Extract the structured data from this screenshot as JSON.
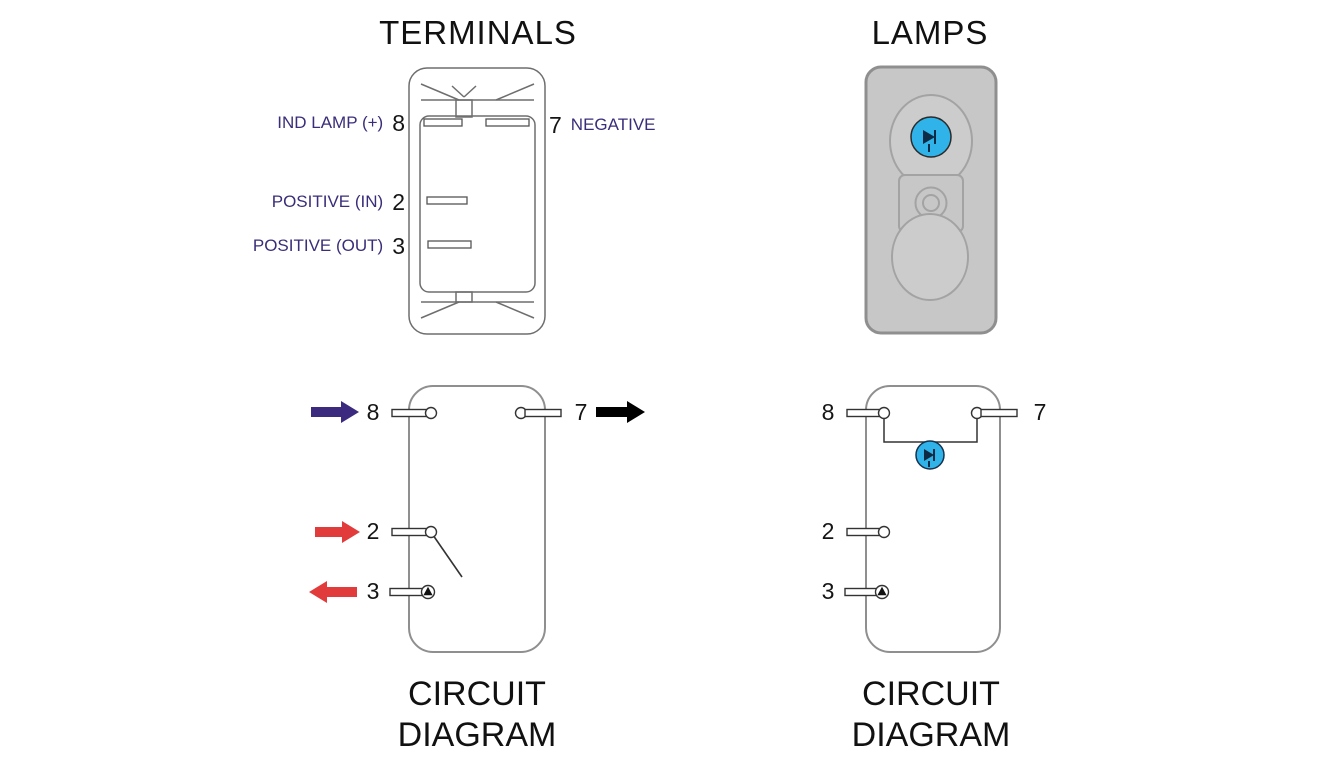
{
  "titles": {
    "terminals": "TERMINALS",
    "lamps": "LAMPS"
  },
  "terminal_labels": {
    "ind_lamp": {
      "label": "IND LAMP (+)",
      "number": "8"
    },
    "negative": {
      "label": "NEGATIVE",
      "number": "7"
    },
    "positive_in": {
      "label": "POSITIVE (IN)",
      "number": "2"
    },
    "positive_out": {
      "label": "POSITIVE (OUT)",
      "number": "3"
    }
  },
  "circuit_left": {
    "t8": "8",
    "t7": "7",
    "t2": "2",
    "t3": "3",
    "caption": {
      "line1": "CIRCUIT",
      "line2": "DIAGRAM"
    }
  },
  "circuit_right": {
    "t8": "8",
    "t7": "7",
    "t2": "2",
    "t3": "3",
    "caption": {
      "line1": "CIRCUIT",
      "line2": "DIAGRAM"
    }
  },
  "colors": {
    "label_purple": "#3a2d7a",
    "arrow_purple": "#3b2a7d",
    "arrow_red": "#e23b3b",
    "arrow_black": "#000000",
    "lamp_blue": "#2fb3e8",
    "switch_gray": "#c7c7c7"
  }
}
